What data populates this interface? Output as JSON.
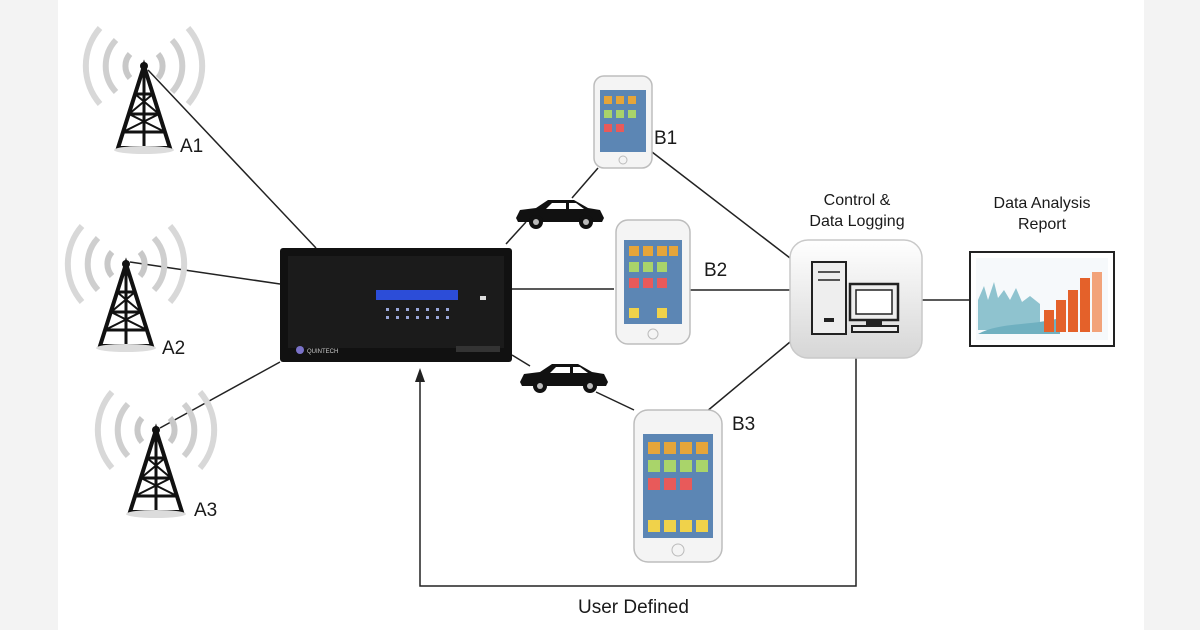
{
  "towers": [
    {
      "label": "A1"
    },
    {
      "label": "A2"
    },
    {
      "label": "A3"
    }
  ],
  "phones": [
    {
      "label": "B1"
    },
    {
      "label": "B2"
    },
    {
      "label": "B3"
    }
  ],
  "emulator": {
    "brand": "QUINTECH"
  },
  "control": {
    "line1": "Control &",
    "line2": "Data Logging"
  },
  "report": {
    "line1": "Data Analysis",
    "line2": "Report"
  },
  "feedback": {
    "label": "User Defined"
  },
  "colors": {
    "line": "#222222",
    "device": "#111111",
    "display": "#2c4dd8",
    "phone_frame": "#f4f4f4"
  },
  "icons": [
    "cell-tower-icon",
    "smartphone-icon",
    "car-icon",
    "computer-icon",
    "chart-report-icon"
  ]
}
